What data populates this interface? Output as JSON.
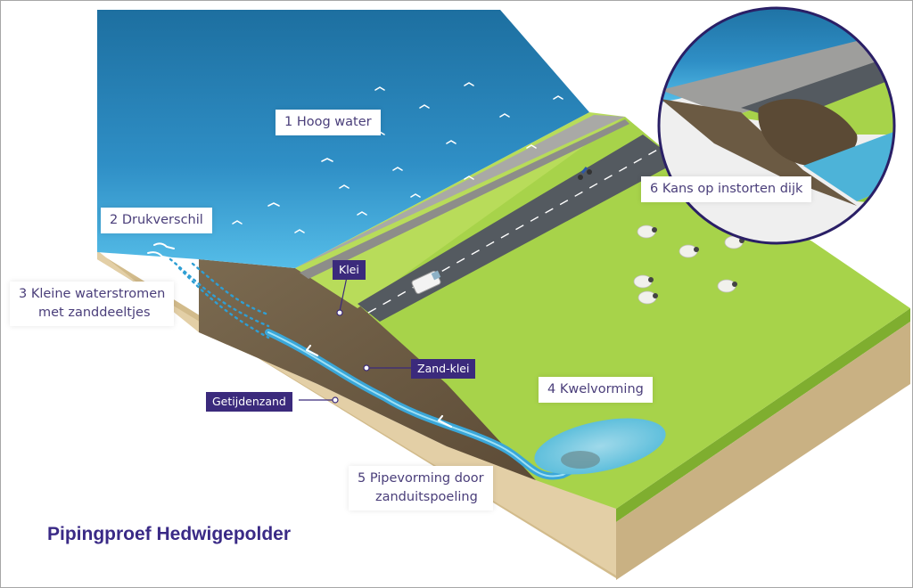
{
  "title": "Pipingproef Hedwigepolder",
  "callouts": {
    "c1": "1  Hoog water",
    "c2": "2  Drukverschil",
    "c3_line1": "3  Kleine waterstromen",
    "c3_line2": "met zanddeeltjes",
    "c4": "4  Kwelvorming",
    "c5_line1": "5  Pipevorming door",
    "c5_line2": "zanduitspoeling",
    "c6": "6  Kans op instorten dijk"
  },
  "tags": {
    "klei": "Klei",
    "zand_klei": "Zand-klei",
    "getijdenzand": "Getijdenzand"
  },
  "colors": {
    "water": "#3aa6d8",
    "water_deep": "#1f76a8",
    "grass": "#a7d34a",
    "sand": "#e3cfa6",
    "clay": "#6b5a43",
    "road": "#545a60",
    "label_bg": "#3b2a7c",
    "title": "#3a2a86"
  },
  "icons": [
    "sheep-icon",
    "cyclist-icon",
    "van-icon",
    "seagull-icon"
  ]
}
